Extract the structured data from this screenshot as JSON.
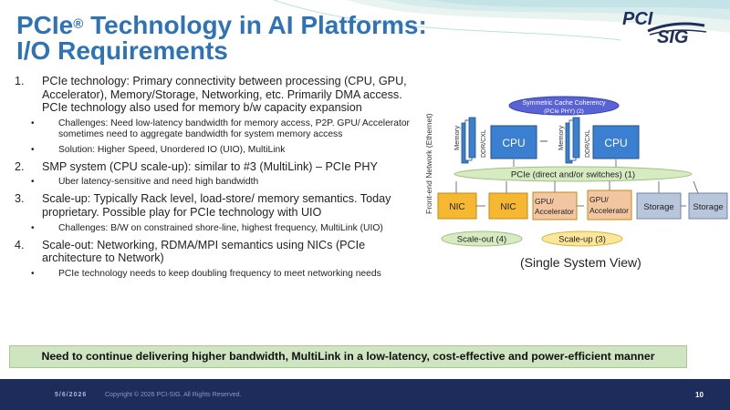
{
  "title": {
    "line1_a": "PCIe",
    "line1_sup": "®",
    "line1_b": " Technology in AI Platforms:",
    "line2": "I/O Requirements"
  },
  "logo": {
    "top": "PCI",
    "bottom": "SIG"
  },
  "items": [
    {
      "num": "1.",
      "text": "PCIe technology: Primary connectivity between processing (CPU, GPU, Accelerator), Memory/Storage, Networking, etc. Primarily DMA access. PCIe technology also used for memory b/w capacity expansion",
      "subs": [
        "Challenges: Need low-latency bandwidth for memory access, P2P. GPU/ Accelerator sometimes need to aggregate bandwidth for system memory access",
        "Solution: Higher Speed, Unordered IO (UIO), MultiLink"
      ]
    },
    {
      "num": "2.",
      "text": "SMP system (CPU scale-up): similar to #3 (MultiLink) – PCIe PHY",
      "subs": [
        "Uber latency-sensitive and need high bandwidth"
      ]
    },
    {
      "num": "3.",
      "text": "Scale-up: Typically Rack level, load-store/ memory semantics. Today proprietary. Possible play for PCIe technology with UIO",
      "subs": [
        "Challenges: B/W on constrained shore-line, highest frequency, MultiLink (UIO)"
      ]
    },
    {
      "num": "4.",
      "text": "Scale-out: Networking, RDMA/MPI semantics using NICs (PCIe architecture to Network)",
      "subs": [
        "PCIe technology needs to keep doubling frequency to meet networking needs"
      ]
    }
  ],
  "banner": "Need to continue delivering higher bandwidth, MultiLink in a low-latency, cost-effective and power-efficient manner",
  "diagram": {
    "coherency_line1": "Symmetric Cache Coherency",
    "coherency_line2": "(PCIe PHY)  (2)",
    "cpu": "CPU",
    "memory": "Memory",
    "ddr": "DDR/CXL",
    "pcie_bus": "PCIe (direct and/or switches) (1)",
    "front_end": "Front-end Network (Ethernet)",
    "nic": "NIC",
    "gpu_line1": "GPU/",
    "gpu_line2": "Accelerator",
    "storage": "Storage",
    "scale_out": "Scale-out (4)",
    "scale_up": "Scale-up (3)",
    "caption": "(Single System View)"
  },
  "footer": {
    "date": "5/6/2026",
    "copyright": "Copyright © 2026 PCI-SIG. All Rights Reserved.",
    "page": "10"
  },
  "colors": {
    "title": "#2e73b8",
    "cpu": "#3b7fd1",
    "nic": "#f6b830",
    "gpu": "#f3c6a2",
    "storage": "#b8c6dc",
    "bus": "#d6ebc2",
    "footer": "#1d2c5a"
  }
}
